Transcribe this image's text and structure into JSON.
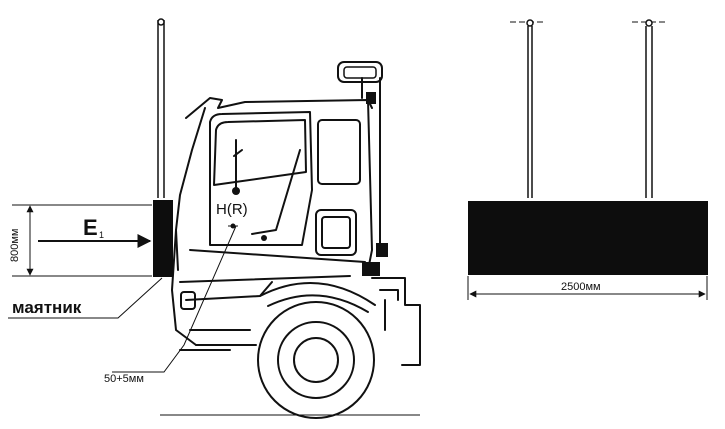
{
  "labels": {
    "pendulum": "маятник",
    "energy_main": "E",
    "energy_sub": "1",
    "h_point": "H(R)",
    "height_dim": "800мм",
    "offset_dim": "50+5мм",
    "width_dim": "2500мм"
  },
  "colors": {
    "ink": "#111111",
    "pendulum_fill": "#0d0d0d",
    "background": "#ffffff"
  }
}
